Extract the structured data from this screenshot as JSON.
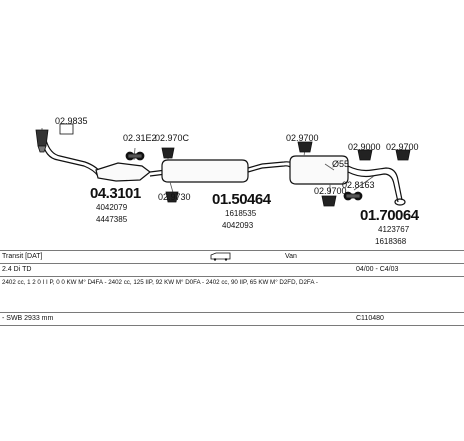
{
  "parts": {
    "p_029835": "02.9835",
    "p_0231e2": "02.31E2",
    "p_02970c": "02.970C",
    "p_029700_a": "02.9700",
    "p_029000": "02.9000",
    "p_029700_b": "02.9700",
    "p_043101": "04.3101",
    "ref_4042079": "4042079",
    "ref_4447385": "4447385",
    "p_029730": "02.9730",
    "p_015046": "01.50464",
    "ref_1618535": "1618535",
    "ref_4042093": "4042093",
    "p_r55": "Ø55",
    "p_029700_c": "02.9700",
    "p_028163": "02.8163",
    "p_017006": "01.70064",
    "ref_4123767": "4123767",
    "ref_1618368": "1618368"
  },
  "info": {
    "model": "Transit  [DAT]",
    "van": "Van",
    "engine": "2.4 Di TD",
    "years": "04/00 - C4/03",
    "spec": "2402 cc, 1 2 0 I I P, 0 0 KW M° D4FA - 2402 cc, 125 IIP, 92 KW M° D0FA - 2402 cc, 90 IIP, 65 KW M° D2FD, D2FA -",
    "wheelbase": "- SWB 2933 mm",
    "code": "C110480"
  },
  "colors": {
    "ink": "#111111",
    "rule": "#7a7a7a"
  }
}
